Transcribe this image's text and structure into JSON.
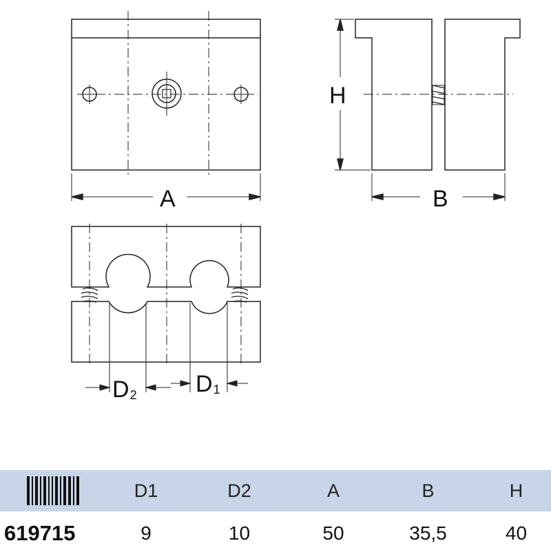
{
  "labels": {
    "a": "A",
    "b": "B",
    "h": "H",
    "d_letter": "D",
    "d2_sub": "2",
    "d1_sub": "1"
  },
  "table": {
    "barcode_icon": "barcode-icon",
    "headers": [
      "D1",
      "D2",
      "A",
      "B",
      "H"
    ],
    "row": {
      "article": "619715",
      "values": [
        "9",
        "10",
        "50",
        "35,5",
        "40"
      ]
    }
  },
  "colors": {
    "line": "#222222",
    "header_bg": "#c8d5e8"
  }
}
